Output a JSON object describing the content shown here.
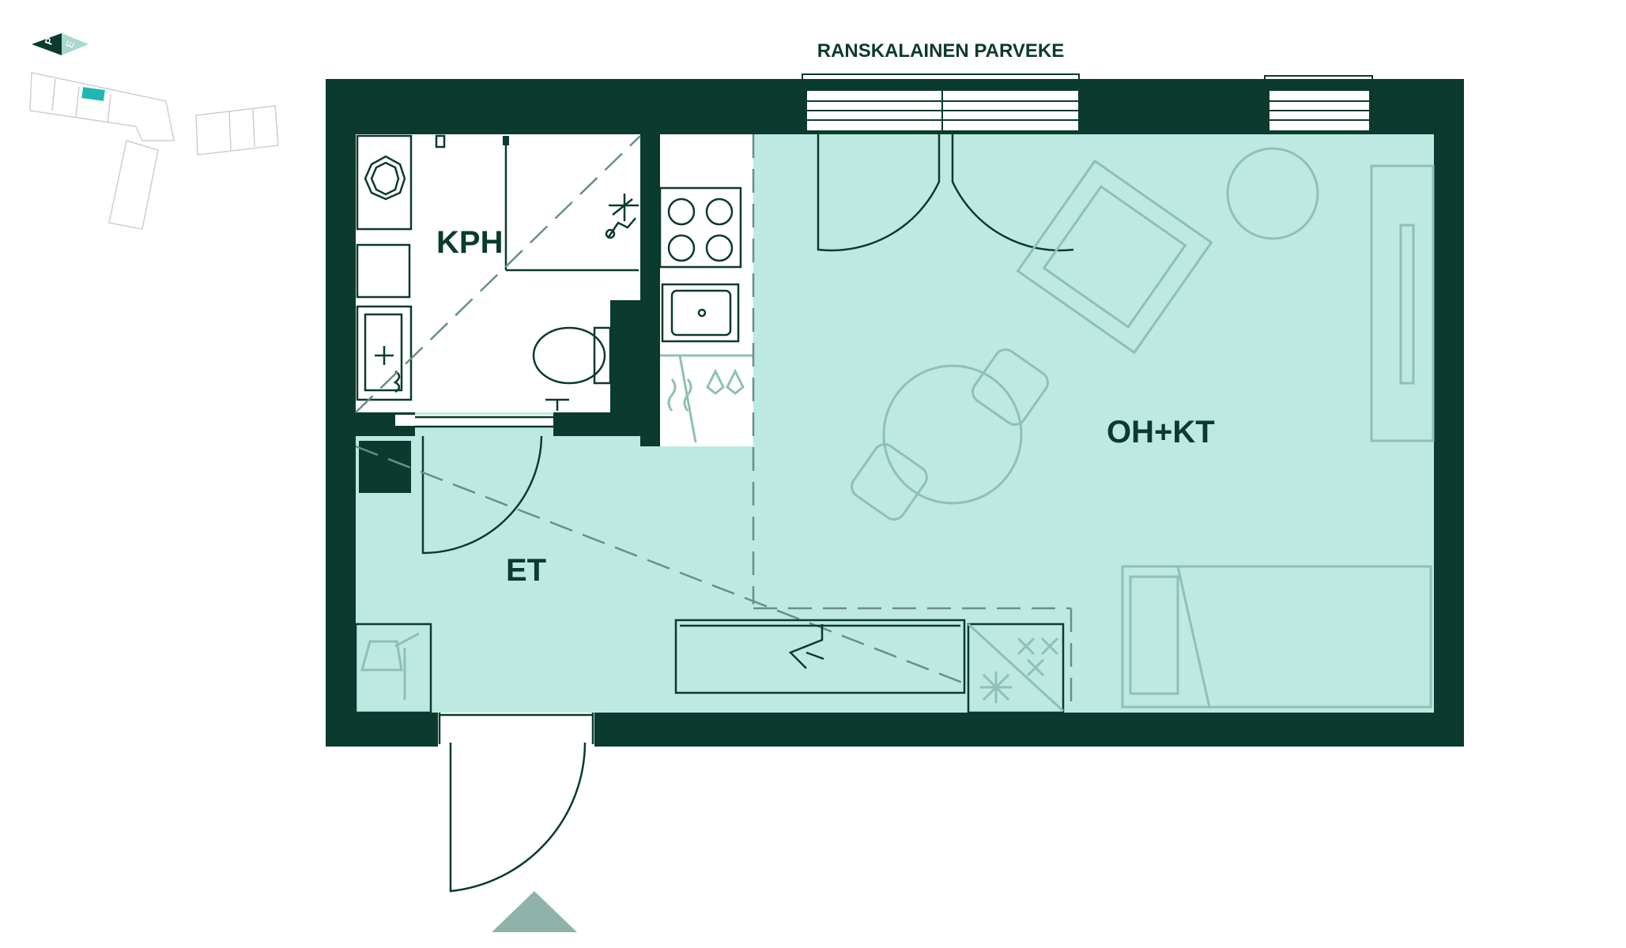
{
  "title": "RANSKALAINEN PARVEKE",
  "rooms": {
    "kph": "KPH",
    "oh_kt": "OH+KT",
    "et": "ET"
  },
  "compass": {
    "north_letter": "P",
    "east_letter": "E"
  },
  "colors": {
    "wall": "#0b3a2e",
    "floor_living": "#bde9e2",
    "floor_bath": "#ffffff",
    "furniture": "#8fc0b6",
    "entrance_arrow": "#8fb3ab",
    "keyplan_highlight": "#20b7b0"
  }
}
